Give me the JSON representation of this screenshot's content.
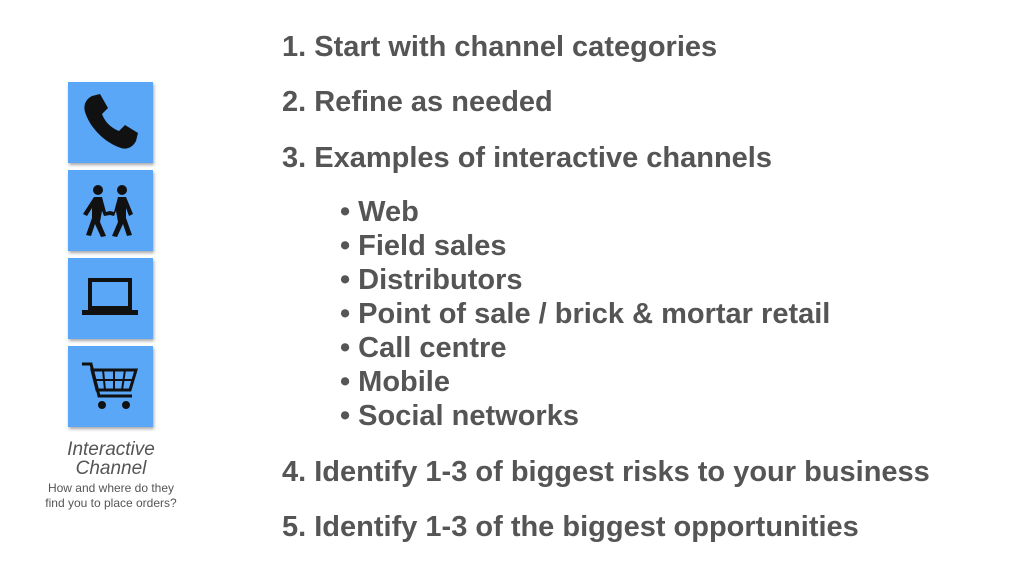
{
  "tiles": [
    {
      "icon": "phone-icon"
    },
    {
      "icon": "walking-people-icon"
    },
    {
      "icon": "laptop-icon"
    },
    {
      "icon": "shopping-cart-icon"
    }
  ],
  "caption": {
    "title": "Interactive Channel",
    "subtitle": "How and where do they find you to place orders?"
  },
  "items": {
    "one": "1. Start with channel categories",
    "two": "2. Refine as needed",
    "three": "3. Examples of interactive channels",
    "four": "4. Identify 1-3 of biggest risks to your business",
    "five": "5. Identify 1-3 of the biggest opportunities"
  },
  "examples": [
    "Web",
    "Field sales",
    "Distributors",
    "Point of sale / brick & mortar retail",
    "Call centre",
    "Mobile",
    "Social networks"
  ],
  "colors": {
    "tile": "#5aa7f7",
    "text": "#555555",
    "icon": "#111111"
  }
}
